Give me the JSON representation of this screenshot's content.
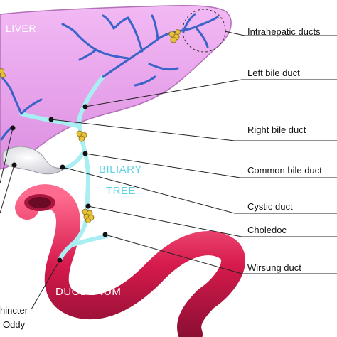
{
  "organs": {
    "liver": "LIVER",
    "biliary_line1": "BILIARY",
    "biliary_line2": "TREE",
    "duodenum": "DUODENUM"
  },
  "labels": {
    "intrahepatic": "Intrahepatic ducts",
    "left_bile": "Left bile duct",
    "right_bile": "Right bile duct",
    "common_bile": "Common bile duct",
    "cystic": "Cystic duct",
    "choledoc": "Choledoc",
    "wirsung": "Wirsung duct",
    "sphincter_line1": "hincter",
    "sphincter_line2": "Oddy"
  },
  "colors": {
    "liver_fill": "#e9a6ec",
    "liver_stroke": "#b36fb8",
    "ducts_intrahepatic": "#3a63c9",
    "ducts_biliary": "#a9eef2",
    "duodenum": "#d61a4d",
    "gallbladder": "#e8e8ec",
    "stones": "#e6c23a",
    "biliary_text": "#5fd3e6"
  }
}
